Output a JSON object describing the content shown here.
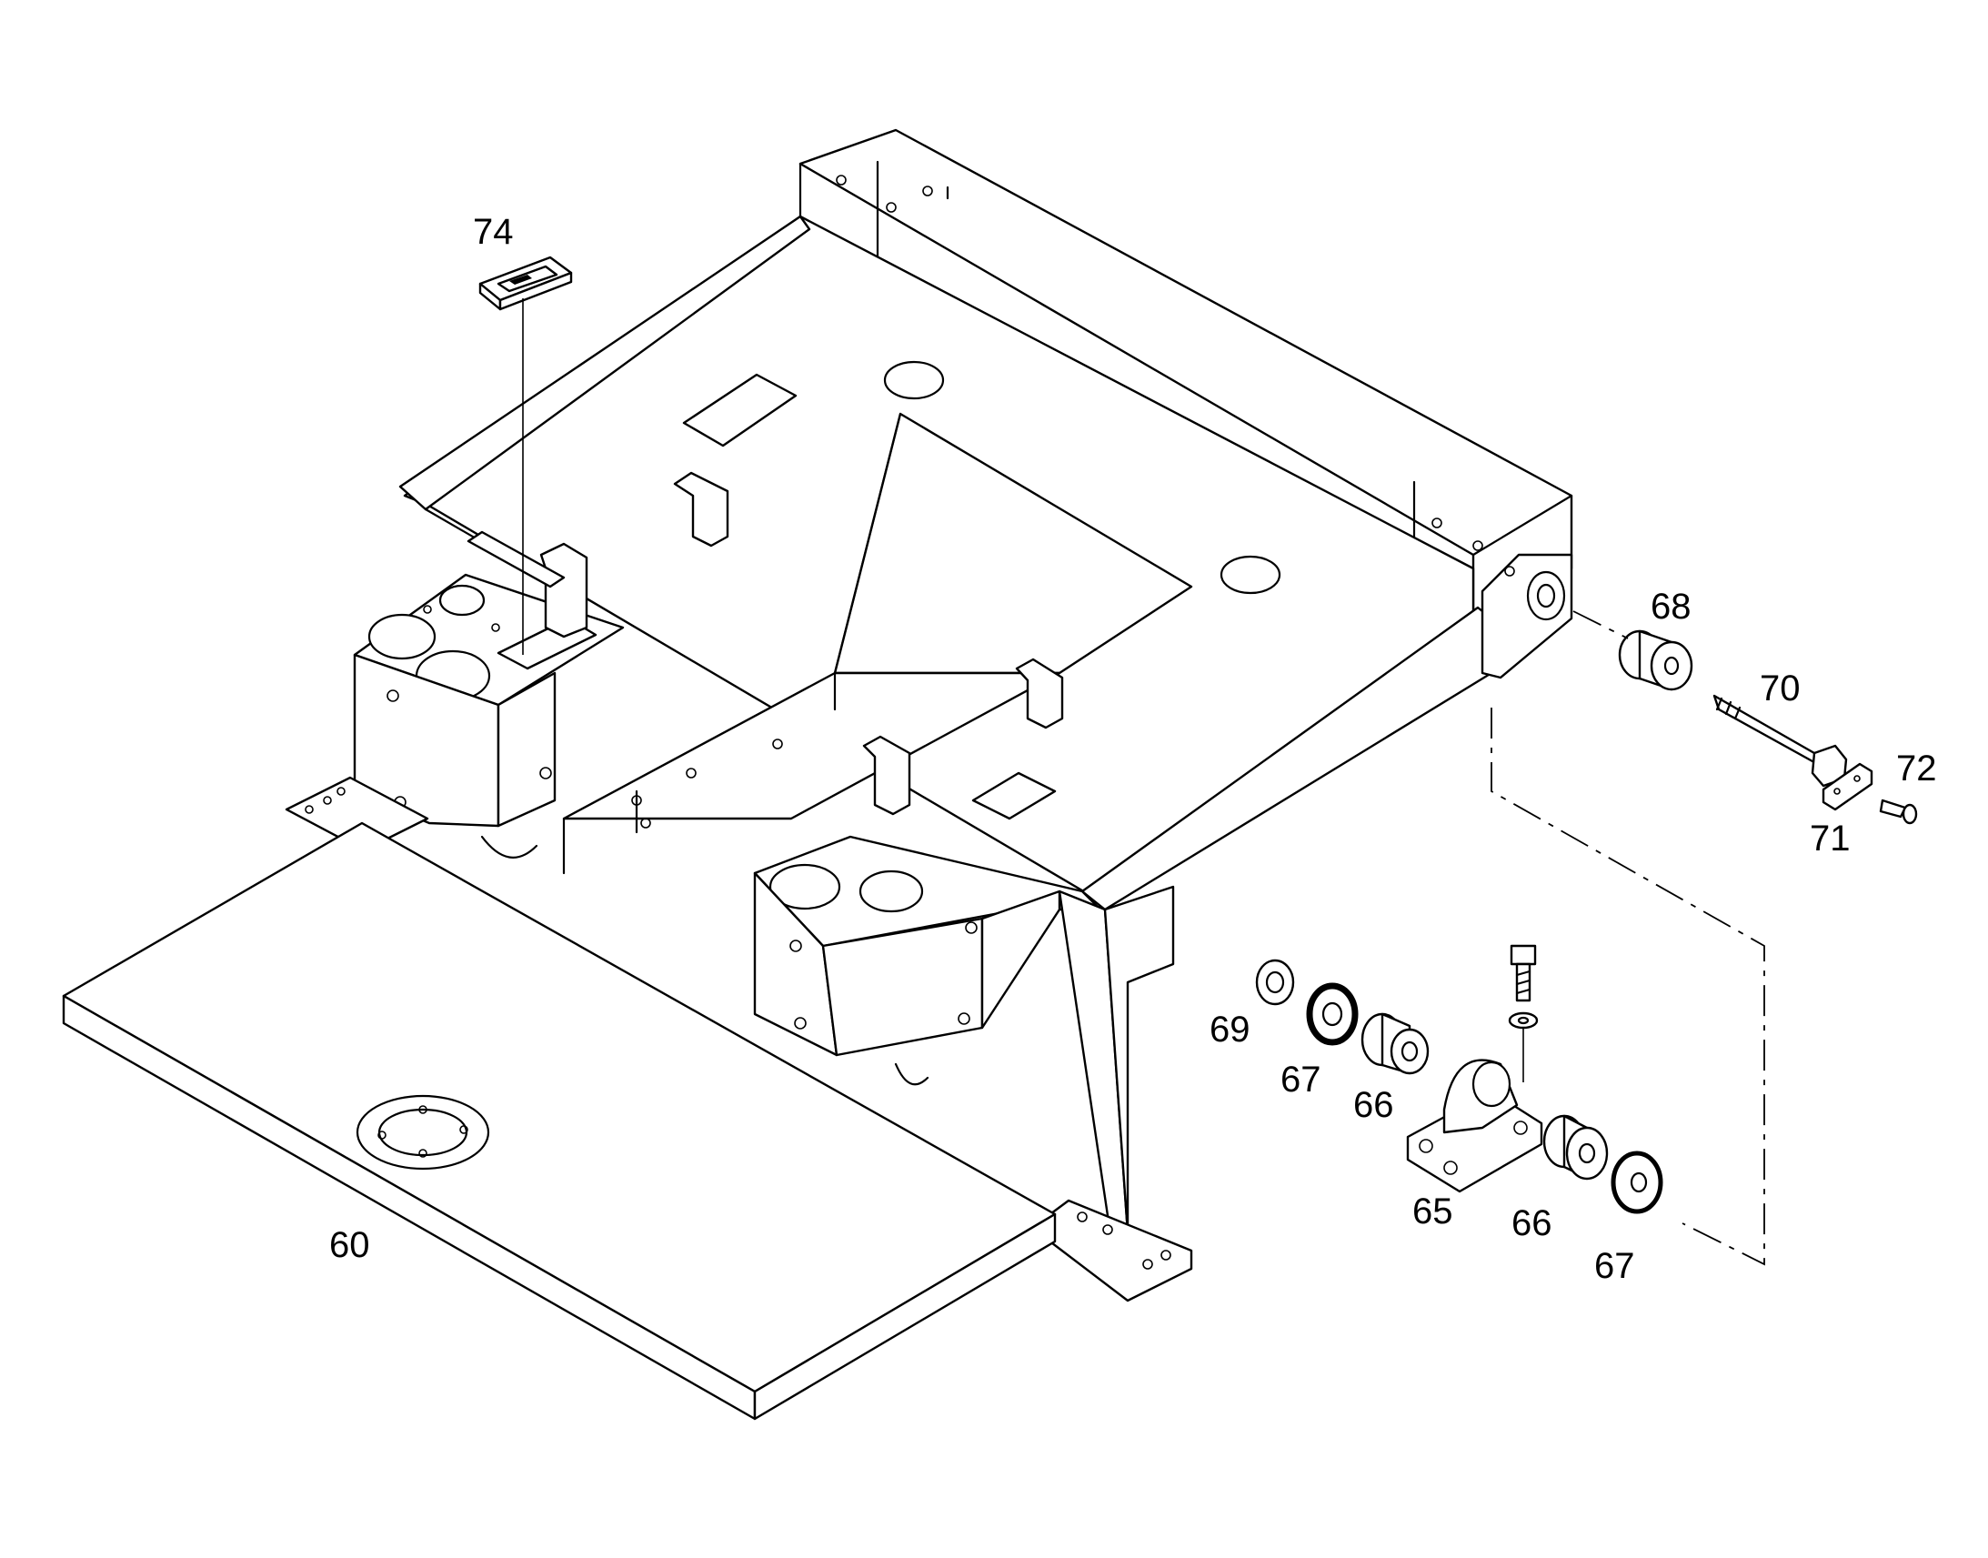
{
  "callouts": [
    {
      "id": "c74",
      "text": "74"
    },
    {
      "id": "c68",
      "text": "68"
    },
    {
      "id": "c70",
      "text": "70"
    },
    {
      "id": "c72",
      "text": "72"
    },
    {
      "id": "c71",
      "text": "71"
    },
    {
      "id": "c69",
      "text": "69"
    },
    {
      "id": "c67a",
      "text": "67"
    },
    {
      "id": "c66a",
      "text": "66"
    },
    {
      "id": "c65",
      "text": "65"
    },
    {
      "id": "c66b",
      "text": "66"
    },
    {
      "id": "c67b",
      "text": "67"
    },
    {
      "id": "c60",
      "text": "60"
    }
  ]
}
